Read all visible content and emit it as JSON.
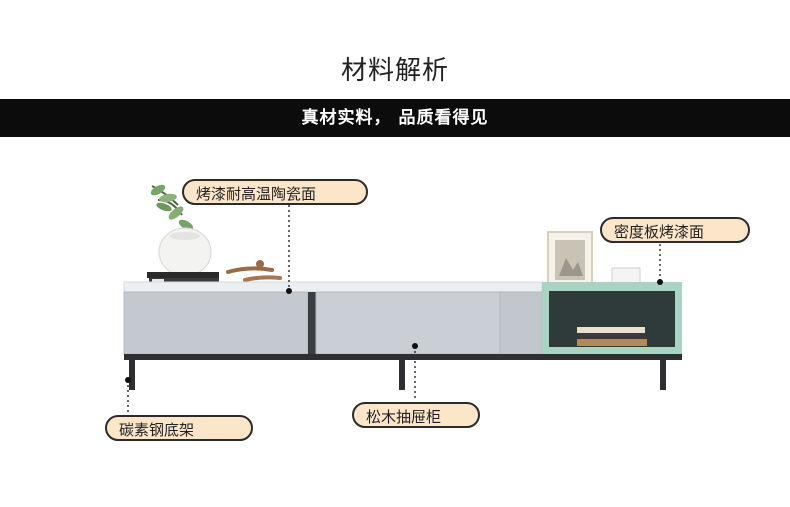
{
  "header": {
    "title": "材料解析",
    "subtitle": "真材实料， 品质看得见"
  },
  "callouts": {
    "top_left": "烤漆耐高温陶瓷面",
    "top_right": "密度板烤漆面",
    "bottom_left": "碳素钢底架",
    "bottom_center": "松木抽屉柜"
  },
  "colors": {
    "band": "#0c0c0c",
    "callout_fill": "#fbe6c9",
    "cabinet_grey": "#c7cdd3",
    "open_shelf_green": "#a9d3c2",
    "frame_black": "#2d2f33"
  }
}
